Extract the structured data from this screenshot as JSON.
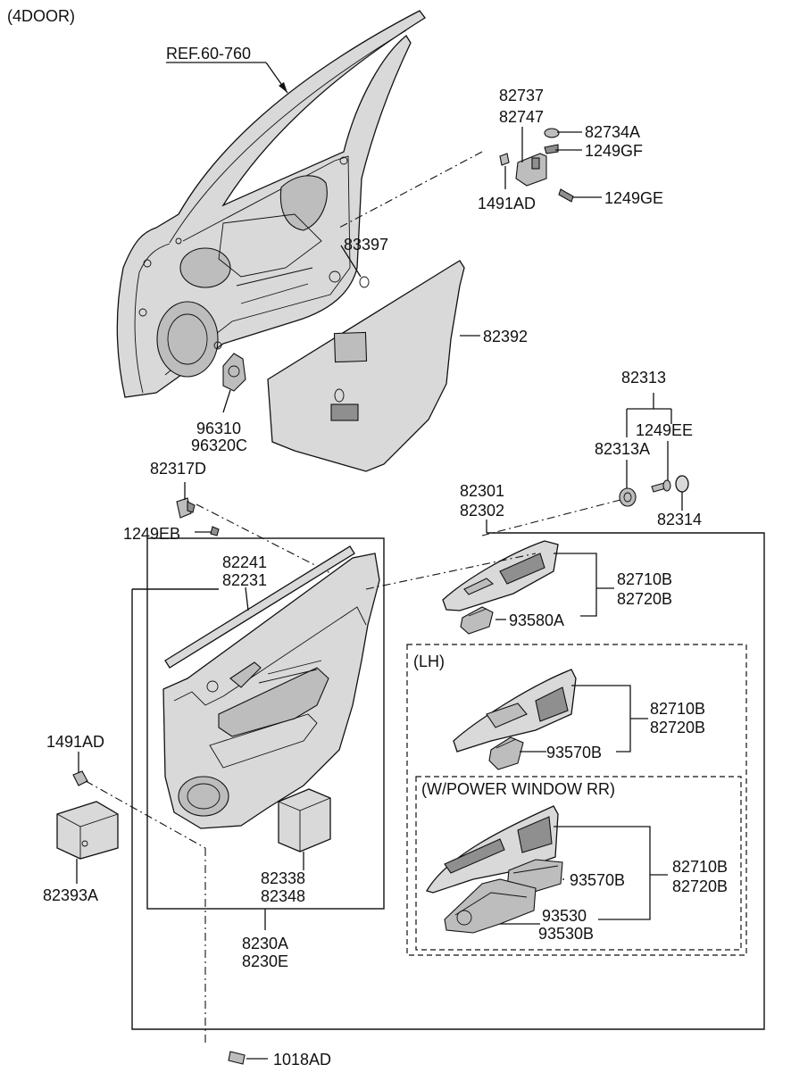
{
  "header": {
    "variant": "(4DOOR)",
    "reference": "REF.60-760"
  },
  "parts": {
    "p82737": "82737",
    "p82747": "82747",
    "p82734A": "82734A",
    "p1249GF": "1249GF",
    "p1491AD_top": "1491AD",
    "p1249GE": "1249GE",
    "p83397": "83397",
    "p82392": "82392",
    "p96310": "96310",
    "p96320C": "96320C",
    "p82313": "82313",
    "p1249EE": "1249EE",
    "p82313A": "82313A",
    "p82314": "82314",
    "p82317D": "82317D",
    "p1249EB": "1249EB",
    "p82301": "82301",
    "p82302": "82302",
    "p82241": "82241",
    "p82231": "82231",
    "p82710B_a": "82710B",
    "p82720B_a": "82720B",
    "p93580A": "93580A",
    "p82710B_b": "82710B",
    "p82720B_b": "82720B",
    "p93570B_a": "93570B",
    "p82710B_c": "82710B",
    "p82720B_c": "82720B",
    "p93570B_b": "93570B",
    "p93530": "93530",
    "p93530B": "93530B",
    "p1491AD_left": "1491AD",
    "p82393A": "82393A",
    "p82338": "82338",
    "p82348": "82348",
    "p8230A": "8230A",
    "p8230E": "8230E",
    "p1018AD": "1018AD"
  },
  "sections": {
    "lh": "(LH)",
    "power_window_rr": "(W/POWER WINDOW RR)"
  }
}
